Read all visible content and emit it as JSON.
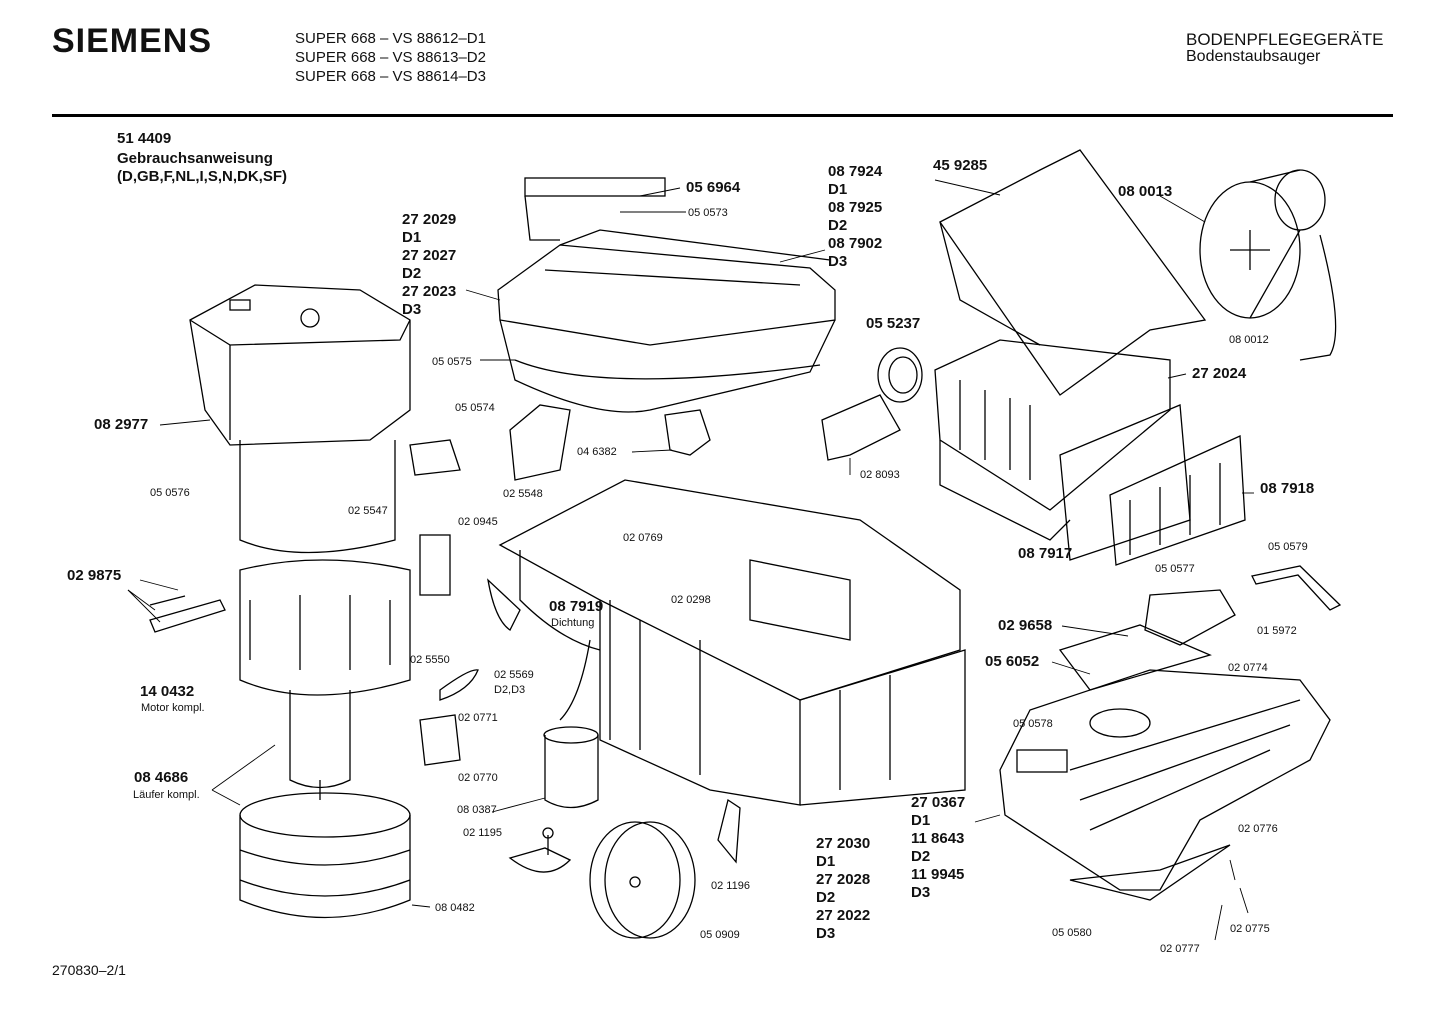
{
  "header": {
    "brand": "SIEMENS",
    "models": [
      "SUPER 668 – VS 88612–D1",
      "SUPER 668 – VS 88613–D2",
      "SUPER 668 – VS 88614–D3"
    ],
    "category": "BODENPFLEGEGERÄTE",
    "subcategory": "Bodenstaubsauger"
  },
  "manual": {
    "number": "51 4409",
    "title": "Gebrauchsanweisung",
    "languages": "(D,GB,F,NL,I,S,N,DK,SF)"
  },
  "parts": {
    "p056964": "05 6964",
    "p050573": "05 0573",
    "cover_group": [
      "27 2029",
      "D1",
      "27 2027",
      "D2",
      "27 2023",
      "D3"
    ],
    "lid_group": [
      "08 7924",
      "D1",
      "08 7925",
      "D2",
      "08 7902",
      "D3"
    ],
    "p459285": "45 9285",
    "p080013": "08 0013",
    "p050575": "05 0575",
    "p055237": "05 5237",
    "p080012": "08 0012",
    "p272024": "27 2024",
    "p082977": "08 2977",
    "p050574": "05 0574",
    "p046382": "04 6382",
    "p028093": "02 8093",
    "p050576": "05 0576",
    "p025548": "02 5548",
    "p025547": "02 5547",
    "p020945": "02 0945",
    "p020769": "02 0769",
    "p087918": "08 7918",
    "p087917": "08 7917",
    "p029875": "02 9875",
    "p087919": "08 7919",
    "dichtung": "Dichtung",
    "p020298": "02 0298",
    "p050579": "05 0579",
    "p050577": "05 0577",
    "p029658": "02 9658",
    "p015972": "01 5972",
    "p020774": "02 0774",
    "p056052": "05 6052",
    "p025550": "02 5550",
    "p025569": "02 5569",
    "d2d3": "D2,D3",
    "p140432": "14 0432",
    "motor": "Motor kompl.",
    "p020771": "02 0771",
    "p050578": "05 0578",
    "p084686": "08 4686",
    "laeufer": "Läufer kompl.",
    "p020770": "02 0770",
    "p080387": "08 0387",
    "hose_group": [
      "27 0367",
      "D1",
      "11 8643",
      "D2",
      "11 9945",
      "D3"
    ],
    "p021195": "02 1195",
    "p021196": "02 1196",
    "body_group": [
      "27 2030",
      "D1",
      "27 2028",
      "D2",
      "27 2022",
      "D3"
    ],
    "p020776": "02 0776",
    "p080482": "08 0482",
    "p050909": "05 0909",
    "p050580": "05 0580",
    "p020775": "02 0775",
    "p020777": "02 0777"
  },
  "footer": {
    "doc_number": "270830–2/1"
  }
}
